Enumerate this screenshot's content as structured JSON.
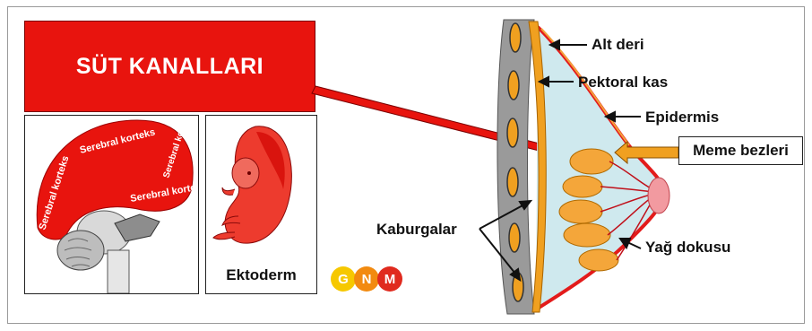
{
  "title": "SÜT KANALLARI",
  "brain_labels": [
    "Serebral korteks",
    "Serebral korteks",
    "Serebral korteks",
    "Serebral korteks"
  ],
  "embryo_label": "Ektoderm",
  "breast_labels": {
    "alt_deri": "Alt deri",
    "pektoral_kas": "Pektoral kas",
    "epidermis": "Epidermis",
    "meme_bezleri": "Meme bezleri",
    "kaburgalar": "Kaburgalar",
    "yag_dokusu": "Yağ dokusu"
  },
  "logo": {
    "letters": [
      "G",
      "N",
      "M"
    ]
  },
  "colors": {
    "title_red": "#e8140e",
    "arrow_red": "#e8140e",
    "fat_blue": "#cfe9ee",
    "gland_orange": "#f0a020",
    "skin_red": "#e31b1b",
    "rib_gray": "#7a7a7a"
  }
}
